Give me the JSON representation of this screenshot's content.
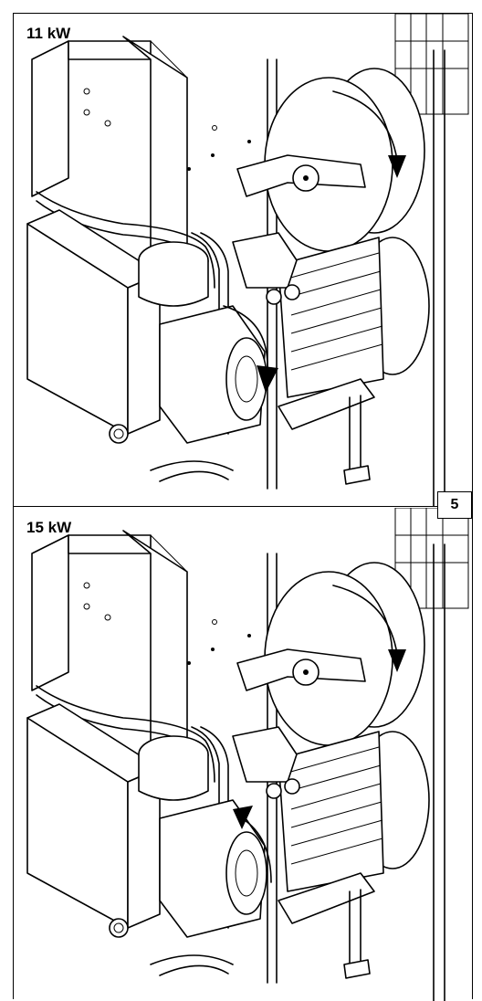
{
  "panels": [
    {
      "title": "11 kW",
      "rotation_arrow_motor": "clockwise-down",
      "rotation_arrow_fan": "clockwise-down"
    },
    {
      "title": "15 kW",
      "rotation_arrow_motor": "counterclockwise-up",
      "rotation_arrow_fan": "clockwise-down"
    }
  ],
  "figure_number": "5",
  "colors": {
    "line": "#000000",
    "background": "#ffffff"
  }
}
